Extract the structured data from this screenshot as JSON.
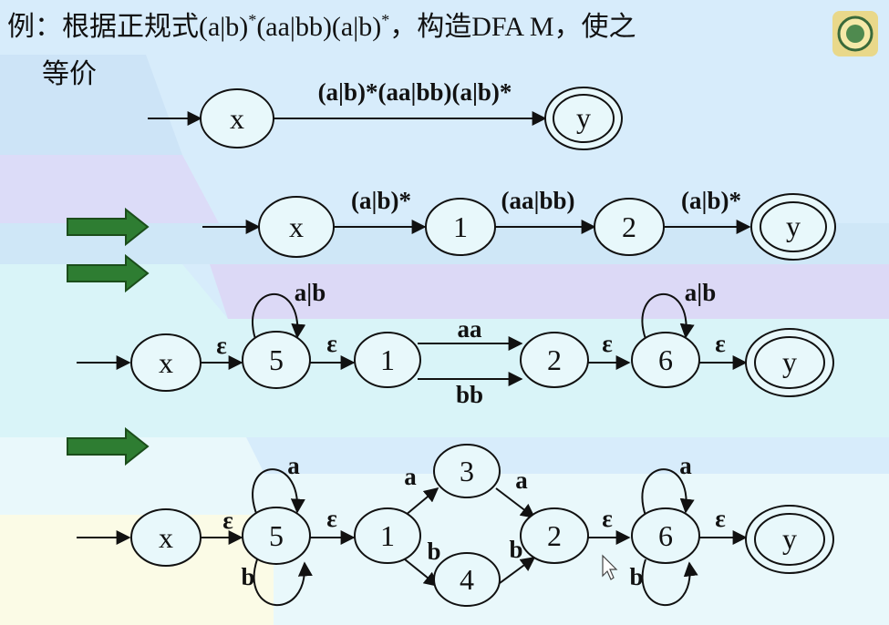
{
  "title": {
    "prefix": "例：根据正规式(a|b)",
    "star1": "*",
    "middle": "(aa|bb)(a|b)",
    "star2": "*",
    "suffix": "，构造DFA M，使之",
    "line2": "等价"
  },
  "logo": "university-seal-icon",
  "colors": {
    "ink": "#111111",
    "arrow_fill": "#2e7d32",
    "arrow_edge": "#1b4d1b",
    "node_fill": "#e8f8fb"
  },
  "diagram": {
    "row1": {
      "nodes": [
        {
          "label": "x"
        },
        {
          "label": "y",
          "final": true
        }
      ],
      "edge_label": "(a|b)*(aa|bb)(a|b)*"
    },
    "row2": {
      "nodes": [
        {
          "label": "x"
        },
        {
          "label": "1"
        },
        {
          "label": "2"
        },
        {
          "label": "y",
          "final": true
        }
      ],
      "edge_labels": [
        "(a|b)*",
        "(aa|bb)",
        "(a|b)*"
      ]
    },
    "row3": {
      "nodes": [
        {
          "label": "x"
        },
        {
          "label": "5"
        },
        {
          "label": "1"
        },
        {
          "label": "2"
        },
        {
          "label": "6"
        },
        {
          "label": "y",
          "final": true
        }
      ],
      "epsilon": "ε",
      "loop_label": "a|b",
      "parallel_labels": [
        "aa",
        "bb"
      ]
    },
    "row4": {
      "nodes": [
        {
          "label": "x"
        },
        {
          "label": "5"
        },
        {
          "label": "1"
        },
        {
          "label": "3"
        },
        {
          "label": "4"
        },
        {
          "label": "2"
        },
        {
          "label": "6"
        },
        {
          "label": "y",
          "final": true
        }
      ],
      "epsilon": "ε",
      "symbol_a": "a",
      "symbol_b": "b"
    }
  }
}
